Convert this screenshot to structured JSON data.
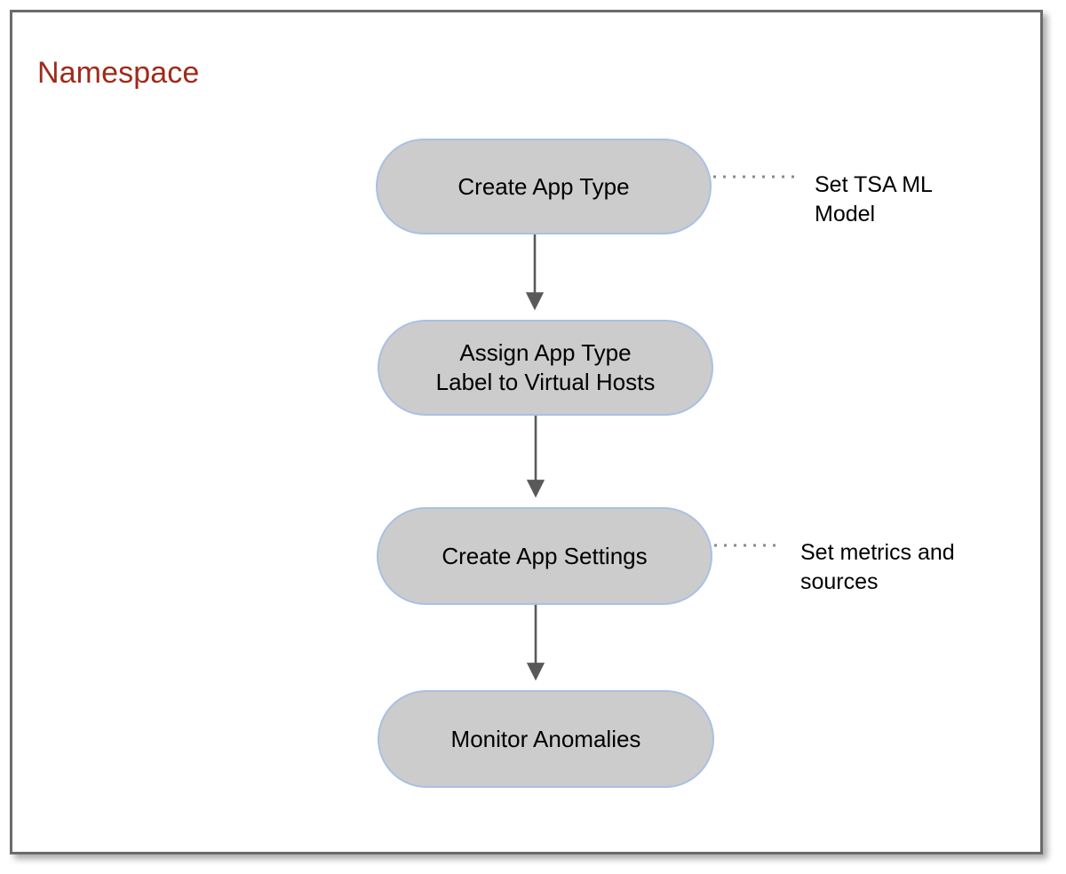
{
  "diagram": {
    "title": "Namespace",
    "title_color": "#9e2b1a",
    "node_fill": "#cccccc",
    "node_stroke": "#a9c0e4",
    "connector_color": "#595959",
    "frame_border_color": "#6b6b6b",
    "nodes": [
      {
        "id": "create-app-type",
        "label": "Create App Type"
      },
      {
        "id": "assign-app-type-label",
        "label": "Assign App Type\nLabel to Virtual Hosts"
      },
      {
        "id": "create-app-settings",
        "label": "Create App Settings"
      },
      {
        "id": "monitor-anomalies",
        "label": "Monitor Anomalies"
      }
    ],
    "annotations": [
      {
        "id": "set-tsa-ml-model",
        "text": "Set TSA ML\nModel",
        "attached_to": "create-app-type"
      },
      {
        "id": "set-metrics-and-sources",
        "text": "Set metrics and\nsources",
        "attached_to": "create-app-settings"
      }
    ],
    "edges": [
      {
        "from": "create-app-type",
        "to": "assign-app-type-label",
        "style": "solid-arrow"
      },
      {
        "from": "assign-app-type-label",
        "to": "create-app-settings",
        "style": "solid-arrow"
      },
      {
        "from": "create-app-settings",
        "to": "monitor-anomalies",
        "style": "solid-arrow"
      },
      {
        "from": "create-app-type",
        "to": "set-tsa-ml-model",
        "style": "dotted"
      },
      {
        "from": "create-app-settings",
        "to": "set-metrics-and-sources",
        "style": "dotted"
      }
    ]
  }
}
